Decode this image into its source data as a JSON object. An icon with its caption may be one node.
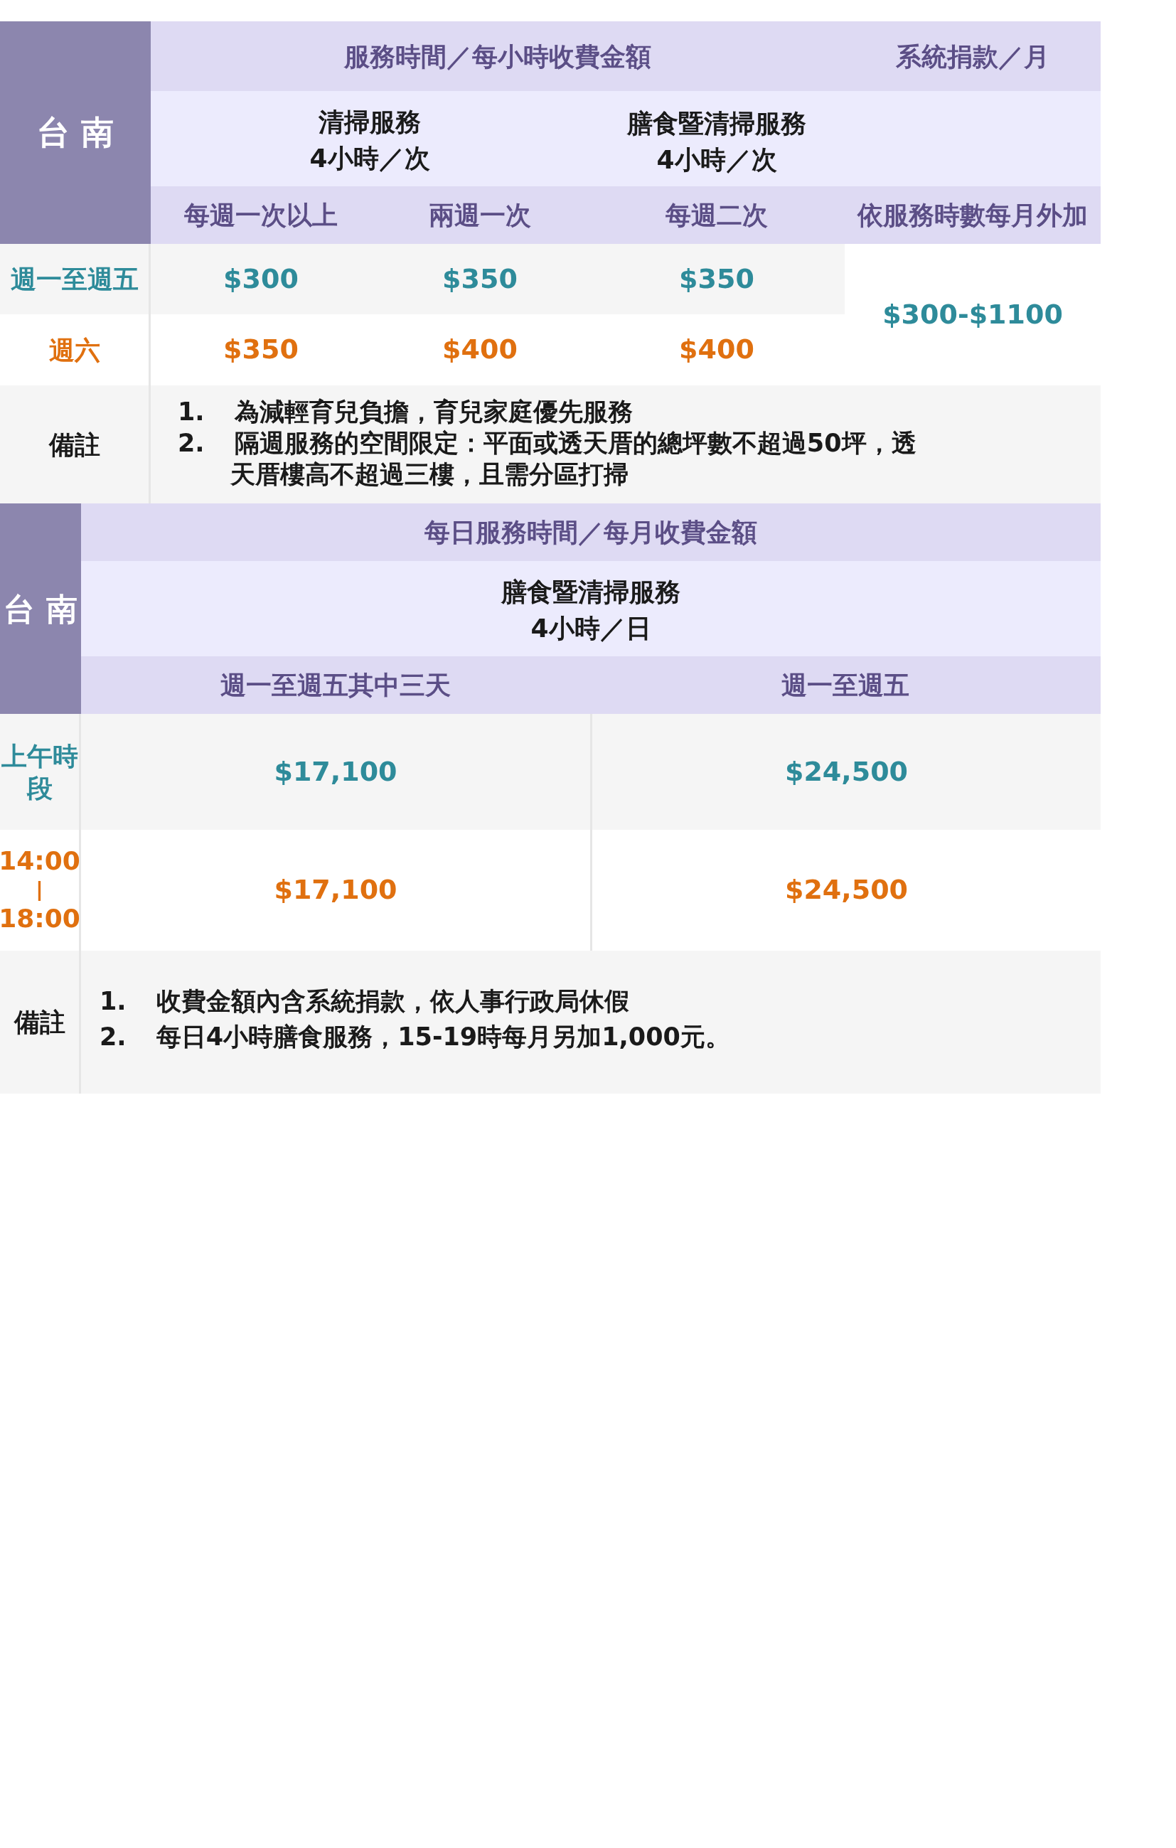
{
  "diagram": {
    "labels": [
      "台 南",
      "服務時間／每小時收費金額",
      "系統捐款／月",
      "清掃服務",
      "4小時／次",
      "膳食暨清掃服務",
      "4小時／次",
      "每週一次以上",
      "兩週一次",
      "每週二次",
      "依服務時數每月外加",
      "週一至週五",
      "$300",
      "$350",
      "$350",
      "$300-$1100",
      "週六",
      "$350",
      "$400",
      "$400",
      "備註",
      "1. 為減輕育兒負擔，育兒家庭優先服務",
      "2. 隔週服務的空間限定：平面或透天厝的總坪數不超過50坪，透天厝樓高不超過三樓，且需分區打掃",
      "台 南",
      "每日服務時間／每月收費金額",
      "膳食暨清掃服務",
      "4小時／日",
      "週一至週五其中三天",
      "週一至週五",
      "上午時段",
      "$17,100",
      "$24,500",
      "14:00",
      "|",
      "18:00",
      "$17,100",
      "$24,500",
      "備註",
      "1. 收費金額內含系統捐款，依人事行政局休假",
      "2. 每日4小時膳食服務，15-19時每月另加1,000元。"
    ]
  }
}
